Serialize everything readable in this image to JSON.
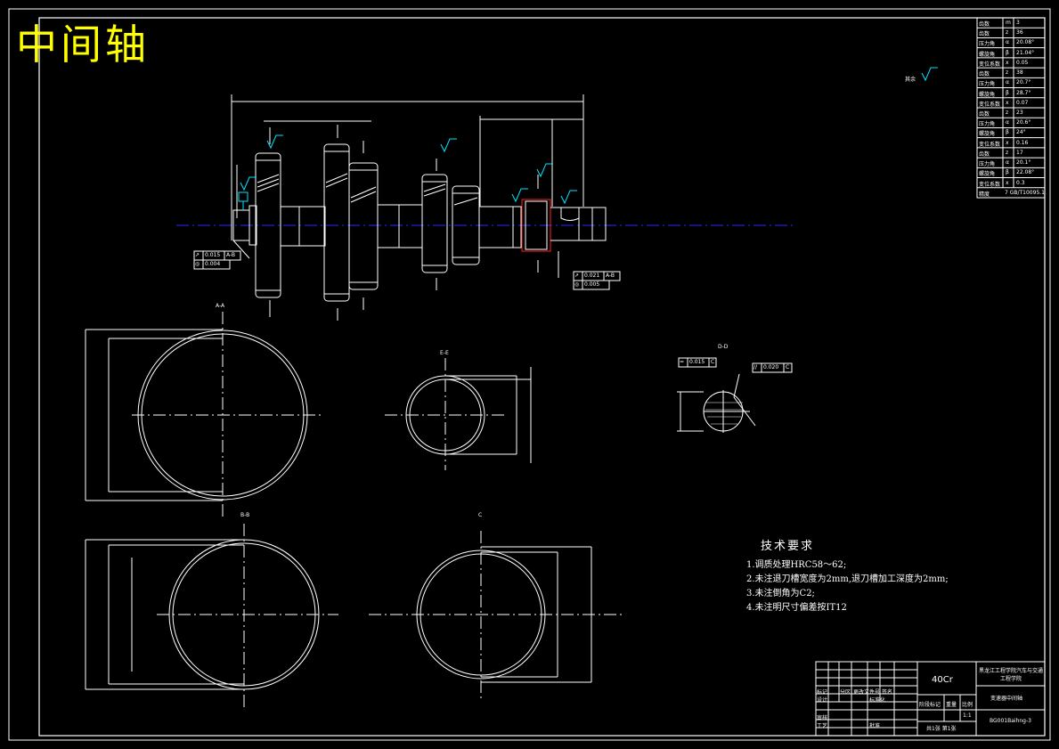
{
  "title": "中间轴",
  "material": "40Cr",
  "section_labels": {
    "aa": "A-A",
    "bb": "B-B",
    "ee": "E-E",
    "c": "C",
    "dd": "D-D"
  },
  "roughness_note": "其余",
  "tolerance_frames": [
    {
      "sym": "↗",
      "val": "0.015",
      "ref": "A-B"
    },
    {
      "sym": "◎",
      "val": "0.004",
      "ref": ""
    },
    {
      "sym": "↗",
      "val": "0.021",
      "ref": "A-B"
    },
    {
      "sym": "◎",
      "val": "0.005",
      "ref": ""
    },
    {
      "sym": "=",
      "val": "0.015",
      "ref": "C"
    },
    {
      "sym": "//",
      "val": "0.020",
      "ref": "C"
    }
  ],
  "gear_table": [
    {
      "label": "齿数",
      "sym": "m",
      "val": "3"
    },
    {
      "label": "齿数",
      "sym": "z",
      "val": "36"
    },
    {
      "label": "压力角",
      "sym": "α",
      "val": "20.08°"
    },
    {
      "label": "螺旋角",
      "sym": "β",
      "val": "21.04°"
    },
    {
      "label": "变位系数",
      "sym": "x",
      "val": "0.05"
    },
    {
      "label": "齿数",
      "sym": "z",
      "val": "38"
    },
    {
      "label": "压力角",
      "sym": "α",
      "val": "20.7°"
    },
    {
      "label": "螺旋角",
      "sym": "β",
      "val": "28.7°"
    },
    {
      "label": "变位系数",
      "sym": "x",
      "val": "0.07"
    },
    {
      "label": "齿数",
      "sym": "z",
      "val": "23"
    },
    {
      "label": "压力角",
      "sym": "α",
      "val": "20.6°"
    },
    {
      "label": "螺旋角",
      "sym": "β",
      "val": "24°"
    },
    {
      "label": "变位系数",
      "sym": "x",
      "val": "0.16"
    },
    {
      "label": "齿数",
      "sym": "z",
      "val": "17"
    },
    {
      "label": "压力角",
      "sym": "α",
      "val": "20.1°"
    },
    {
      "label": "螺旋角",
      "sym": "β",
      "val": "22.08°"
    },
    {
      "label": "变位系数",
      "sym": "x",
      "val": "0.3"
    },
    {
      "label": "精度",
      "sym": "",
      "val": "7 GB/T10095.1"
    }
  ],
  "tech_requirements": {
    "heading": "技术要求",
    "items": [
      "1.调质处理HRC58～62;",
      "2.未注退刀槽宽度为2mm,退刀槽加工深度为2mm;",
      "3.未注倒角为C2;",
      "4.未注明尺寸偏差按IT12"
    ]
  },
  "title_block": {
    "school": "黑龙江工程学院汽车与交通工程学院",
    "drawing_name": "变速器中间轴",
    "drawing_no": "BG001Baihng-3",
    "scale": "1:1",
    "stage_label": "阶段标记",
    "weight_label": "重量",
    "scale_label": "比例",
    "sheet": "共1张 第1张",
    "design": "设计",
    "check": "审核",
    "process": "工艺",
    "approve": "批准",
    "std": "标准化",
    "mark": "标记",
    "region": "分区",
    "change_doc": "更改文件号",
    "sign": "签名"
  },
  "colors": {
    "bg": "#000000",
    "line": "#ffffff",
    "title": "#ffff00",
    "center": "#2b2bff",
    "accent": "#00e5ff",
    "red": "#ff2020"
  }
}
